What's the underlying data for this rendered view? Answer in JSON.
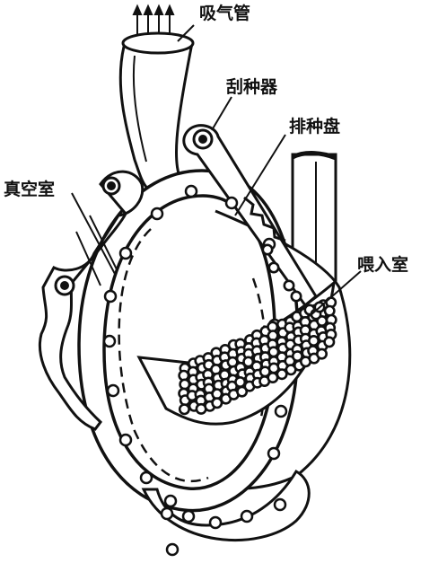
{
  "labels": {
    "suction_pipe": "吸气管",
    "seed_scraper": "刮种器",
    "seed_plate": "排种盘",
    "vacuum_chamber": "真空室",
    "feed_chamber": "喂入室"
  },
  "colors": {
    "ink": "#111111",
    "paper": "#ffffff"
  }
}
